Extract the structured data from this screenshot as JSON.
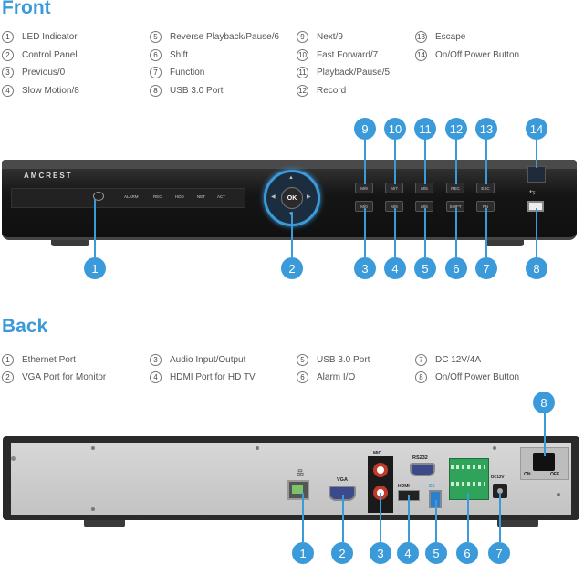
{
  "front": {
    "heading": "Front",
    "legend": [
      {
        "num": "1",
        "label": "LED Indicator"
      },
      {
        "num": "2",
        "label": "Control Panel"
      },
      {
        "num": "3",
        "label": "Previous/0"
      },
      {
        "num": "4",
        "label": "Slow Motion/8"
      },
      {
        "num": "5",
        "label": "Reverse Playback/Pause/6"
      },
      {
        "num": "6",
        "label": "Shift"
      },
      {
        "num": "7",
        "label": "Function"
      },
      {
        "num": "8",
        "label": "USB 3.0 Port"
      },
      {
        "num": "9",
        "label": "Next/9"
      },
      {
        "num": "10",
        "label": "Fast Forward/7"
      },
      {
        "num": "11",
        "label": "Playback/Pause/5"
      },
      {
        "num": "12",
        "label": "Record"
      },
      {
        "num": "13",
        "label": "Escape"
      },
      {
        "num": "14",
        "label": "On/Off Power Button"
      }
    ],
    "brand": "AMCREST",
    "status_labels": [
      "ALARM",
      "REC",
      "HDD",
      "NET",
      "ACT"
    ],
    "ok_label": "OK",
    "buttons_top": [
      "M/9",
      "M/7",
      "M/5",
      "REC",
      "ESC"
    ],
    "buttons_bottom": [
      "M/0",
      "M/8",
      "M/6",
      "SHIFT",
      "FN"
    ]
  },
  "back": {
    "heading": "Back",
    "legend": [
      {
        "num": "1",
        "label": "Ethernet Port"
      },
      {
        "num": "2",
        "label": "VGA Port for Monitor"
      },
      {
        "num": "3",
        "label": "Audio Input/Output"
      },
      {
        "num": "4",
        "label": "HDMI Port for HD TV"
      },
      {
        "num": "5",
        "label": "USB 3.0 Port"
      },
      {
        "num": "6",
        "label": "Alarm I/O"
      },
      {
        "num": "7",
        "label": "DC 12V/4A"
      },
      {
        "num": "8",
        "label": "On/Off Power Button"
      }
    ],
    "port_labels": {
      "vga": "VGA",
      "mic": "MIC",
      "rs232": "RS232",
      "dc": "DC12V",
      "on": "ON",
      "off": "OFF",
      "hdmi": "HDMI",
      "usb": "SS"
    }
  },
  "colors": {
    "accent": "#3b9ad9"
  }
}
